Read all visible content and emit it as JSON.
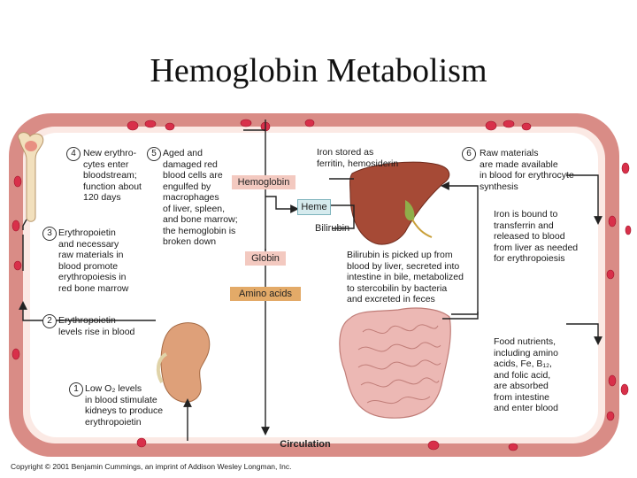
{
  "title": "Hemoglobin Metabolism",
  "steps": [
    {
      "num": "4",
      "text": "New erythro-\ncytes enter\nbloodstream;\nfunction about\n120 days"
    },
    {
      "num": "5",
      "text": "Aged and\ndamaged red\nblood cells are\nengulfed by\nmacrophages\nof liver, spleen,\nand bone marrow;\nthe hemoglobin is\nbroken down"
    },
    {
      "num": "3",
      "text": "Erythropoietin\nand necessary\nraw materials in\nblood promote\nerythropoiesis in\nred bone marrow"
    },
    {
      "num": "2",
      "text": "Erythropoietin\nlevels rise in blood"
    },
    {
      "num": "1",
      "text": "Low O₂ levels\nin blood stimulate\nkidneys to produce\nerythropoietin"
    },
    {
      "num": "6",
      "text": "Raw materials\nare made available\nin blood for erythrocyte\nsynthesis"
    }
  ],
  "boxes": {
    "hemoglobin": "Hemoglobin",
    "heme": "Heme",
    "globin": "Globin",
    "amino_acids": "Amino acids",
    "bilirubin": "Bilirubin",
    "circulation": "Circulation"
  },
  "notes": {
    "iron_stored": "Iron stored as\nferritin, hemosiderin",
    "iron_bound": "Iron is bound to\ntransferrin and\nreleased to blood\nfrom liver as needed\nfor erythropoiesis",
    "bilirubin_path": "Bilirubin is picked up from\nblood by liver, secreted into\nintestine in bile, metabolized\nto stercobilin by bacteria\nand excreted in feces",
    "food": "Food nutrients,\nincluding amino\nacids, Fe, B₁₂,\nand folic acid,\nare absorbed\nfrom intestine\nand enter blood"
  },
  "copyright": "Copyright © 2001 Benjamin Cummings, an imprint of Addison Wesley Longman, Inc.",
  "colors": {
    "vessel": "#d98c86",
    "vessel_inner": "#fbe9e4",
    "rbc": "#d8304a",
    "liver": "#a64a36",
    "intestine": "#ecb8b4",
    "kidney": "#dea079",
    "hemoglobin_box": "#f3c9c0",
    "heme_box": "#d6ebee",
    "globin_box": "#f3c9c0",
    "amino_box": "#e3aa68"
  }
}
